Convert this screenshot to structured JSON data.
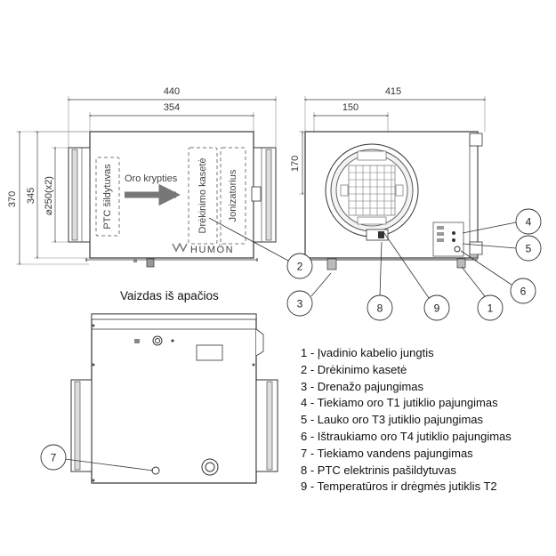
{
  "dimensions": {
    "overall_width": "440",
    "body_width": "354",
    "overall_height": "370",
    "body_height": "345",
    "duct_diameter": "⌀250(x2)",
    "side_depth": "415",
    "front_opening_width": "150",
    "front_height": "170"
  },
  "front_view": {
    "ptc_label": "PTC šildytuvas",
    "air_direction_label": "Oro krypties",
    "cassette_label": "Drėkinimo kasetė",
    "ionizer_label": "Jonizatorius",
    "brand_name": "HUMÖN"
  },
  "bottom_view": {
    "caption": "Vaizdas iš apačios"
  },
  "callouts": [
    "1",
    "2",
    "3",
    "4",
    "5",
    "6",
    "7",
    "8",
    "9"
  ],
  "legend": [
    {
      "num": "1",
      "text": "Įvadinio kabelio jungtis"
    },
    {
      "num": "2",
      "text": "Drėkinimo kasetė"
    },
    {
      "num": "3",
      "text": "Drenažo pajungimas"
    },
    {
      "num": "4",
      "text": "Tiekiamo oro T1 jutiklio pajungimas"
    },
    {
      "num": "5",
      "text": "Lauko oro T3 jutiklio pajungimas"
    },
    {
      "num": "6",
      "text": "Ištraukiamo oro T4 jutiklio pajungimas"
    },
    {
      "num": "7",
      "text": "Tiekiamo vandens pajungimas"
    },
    {
      "num": "8",
      "text": "PTC elektrinis pašildytuvas"
    },
    {
      "num": "9",
      "text": "Temperatūros ir drėgmės jutiklis T2"
    }
  ],
  "colors": {
    "line": "#333333",
    "dim_line": "#555555",
    "callout_stroke": "#333333",
    "arrow": "#777777"
  }
}
